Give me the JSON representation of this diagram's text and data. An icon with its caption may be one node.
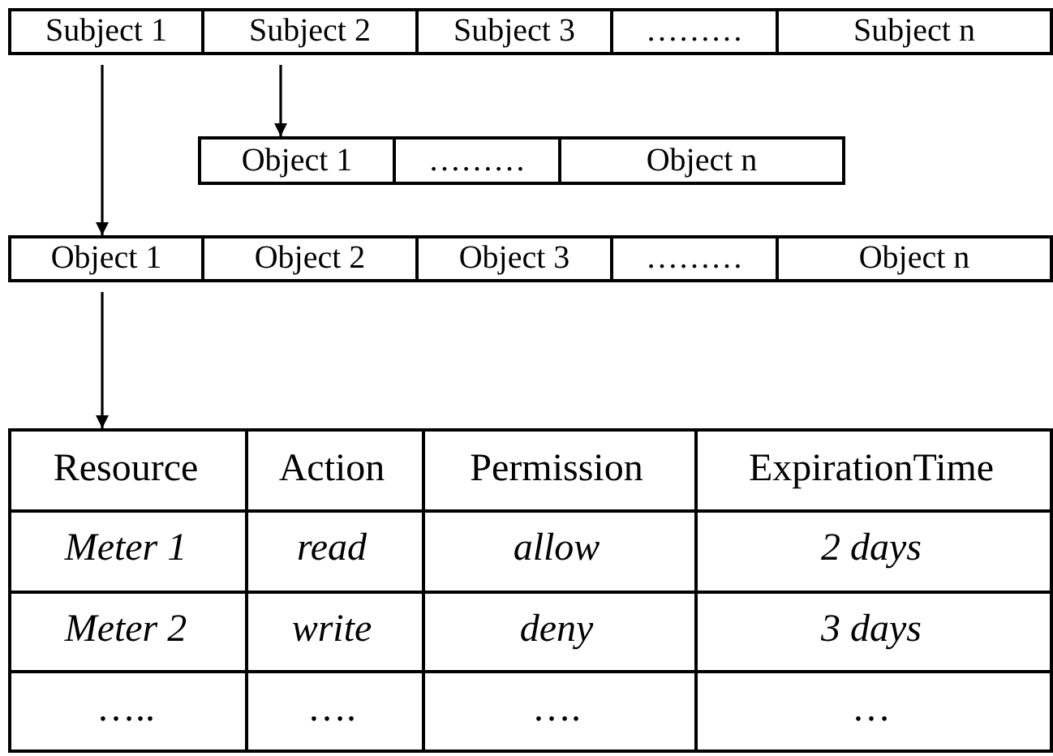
{
  "diagram": {
    "nodes": [
      {
        "text": [
          "Subject 1"
        ]
      },
      {
        "text": [
          "Subject 2"
        ]
      },
      {
        "text": [
          "Subject 3"
        ]
      },
      {
        "text": [
          "………"
        ]
      },
      {
        "text": [
          "Subject n"
        ]
      },
      {
        "text": [
          "Object 1"
        ]
      },
      {
        "text": [
          "………"
        ]
      },
      {
        "text": [
          "Object n"
        ]
      },
      {
        "text": [
          "Object 1"
        ]
      },
      {
        "text": [
          "Object 2"
        ]
      },
      {
        "text": [
          "Object 3"
        ]
      },
      {
        "text": [
          "………"
        ]
      },
      {
        "text": [
          "Object n"
        ]
      },
      {
        "text": [],
        "shape": "table"
      }
    ],
    "edges": [
      {
        "from": 0,
        "to": 8,
        "arrow": "to"
      },
      {
        "from": 1,
        "to": 5,
        "arrow": "to"
      },
      {
        "from": 8,
        "to": 13,
        "arrow": "to"
      }
    ],
    "labels": [
      "Resource",
      "Action",
      "Permission",
      "ExpirationTime",
      "Meter 1",
      "read",
      "allow",
      "2 days",
      "Meter 2",
      "write",
      "deny",
      "3 days",
      "…..",
      "….",
      "….",
      "…"
    ]
  }
}
